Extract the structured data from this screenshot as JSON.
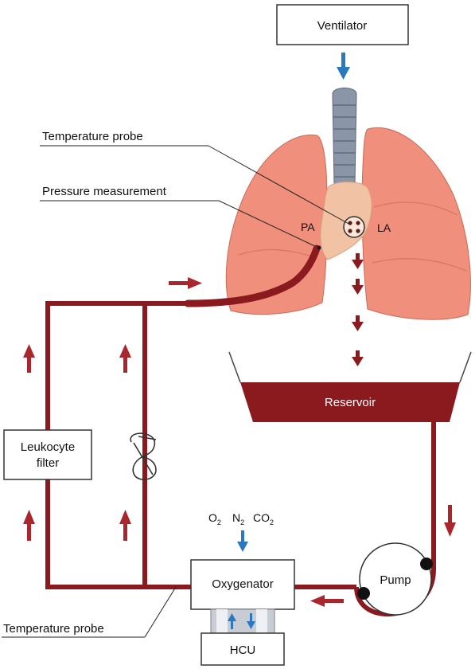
{
  "boxes": {
    "ventilator": "Ventilator",
    "leukocyte_filter_line1": "Leukocyte",
    "leukocyte_filter_line2": "filter",
    "oxygenator": "Oxygenator",
    "hcu": "HCU"
  },
  "reservoir_label": "Reservoir",
  "pump_label": "Pump",
  "callouts": {
    "temperature_probe_top": "Temperature probe",
    "pressure_measurement": "Pressure measurement",
    "temperature_probe_bottom": "Temperature probe"
  },
  "vessels": {
    "pa": "PA",
    "la": "LA"
  },
  "gases": {
    "o2_base": "O",
    "o2_sub": "2",
    "n2_base": "N",
    "n2_sub": "2",
    "co2_base": "CO",
    "co2_sub": "2"
  },
  "colors": {
    "circuit": "#8b1a1f",
    "arrow_red": "#a8262c",
    "arrow_blue": "#2a78c0",
    "lung": "#ef8f7c",
    "lung_dark": "#d97560",
    "trachea": "#8a95a8",
    "heart_tissue": "#f2c2a4"
  },
  "icons": [
    "down-arrow-blue-icon",
    "flow-arrow-red-icon",
    "clamp-icon"
  ]
}
